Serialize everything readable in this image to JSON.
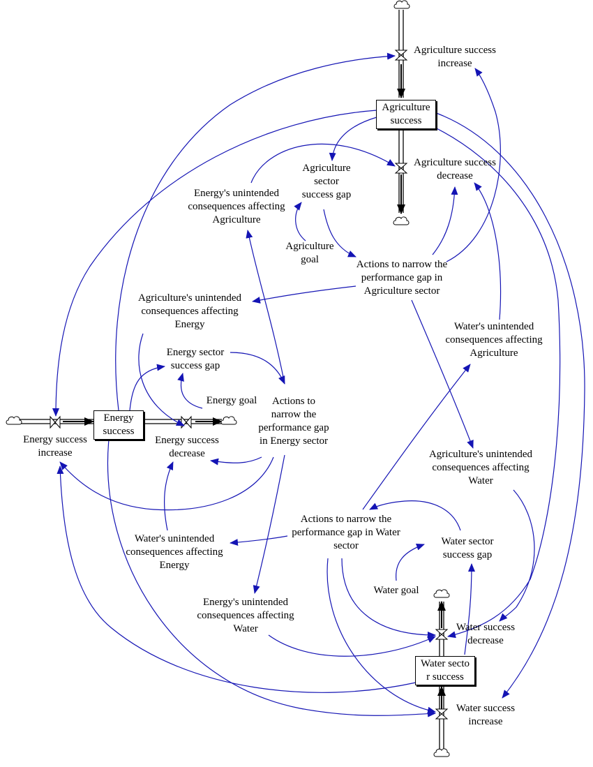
{
  "stocks": {
    "agriculture": "Agriculture\nsuccess",
    "energy": "Energy\nsuccess",
    "water": "Water secto\nr success"
  },
  "flows": {
    "agri_increase": "Agriculture success\nincrease",
    "agri_decrease": "Agriculture success\ndecrease",
    "energy_increase": "Energy success\nincrease",
    "energy_decrease": "Energy success\ndecrease",
    "water_decrease": "Water success\ndecrease",
    "water_increase": "Water success\nincrease"
  },
  "variables": {
    "agri_gap": "Agriculture\nsector\nsuccess gap",
    "agri_goal": "Agriculture\ngoal",
    "agri_actions": "Actions to narrow the\nperformance gap in\nAgriculture sector",
    "energy_uc_agri": "Energy's unintended\nconsequences affecting\nAgriculture",
    "agri_uc_energy": "Agriculture's unintended\nconsequences affecting\nEnergy",
    "energy_gap": "Energy sector\nsuccess gap",
    "energy_goal": "Energy goal",
    "energy_actions": "Actions to\nnarrow the\nperformance gap\nin Energy sector",
    "water_uc_agri": "Water's unintended\nconsequences affecting\nAgriculture",
    "agri_uc_water": "Agriculture's unintended\nconsequences affecting\nWater",
    "water_actions": "Actions to narrow the\nperformance gap in Water\nsector",
    "water_uc_energy": "Water's unintended\nconsequences affecting\nEnergy",
    "water_gap": "Water sector\nsuccess gap",
    "water_goal": "Water goal",
    "energy_uc_water": "Energy's unintended\nconsequences affecting\nWater"
  },
  "colors": {
    "link": "#1414b4",
    "pipe": "#000000"
  }
}
